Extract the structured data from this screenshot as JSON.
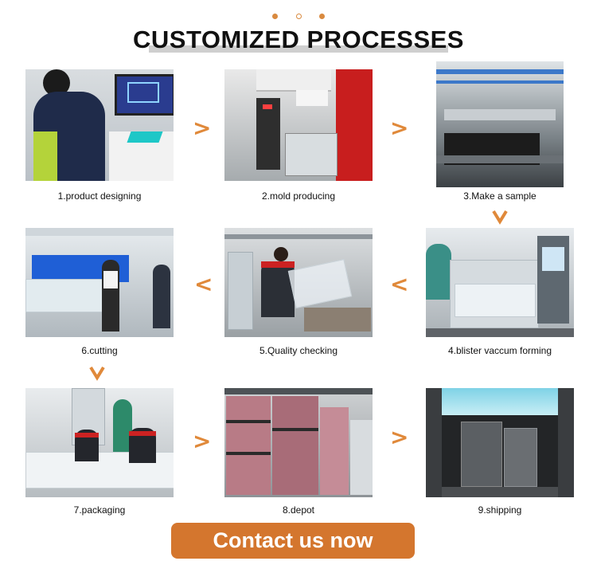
{
  "header": {
    "title": "CUSTOMIZED PROCESSES"
  },
  "steps": [
    {
      "caption": "1.product designing"
    },
    {
      "caption": "2.mold producing"
    },
    {
      "caption": "3.Make a sample"
    },
    {
      "caption": "4.blister vaccum forming"
    },
    {
      "caption": "5.Quality checking"
    },
    {
      "caption": "6.cutting"
    },
    {
      "caption": "7.packaging"
    },
    {
      "caption": "8.depot"
    },
    {
      "caption": "9.shipping"
    }
  ],
  "arrows": {
    "right": ">",
    "left": "<"
  },
  "cta": {
    "label": "Contact us now"
  },
  "colors": {
    "accent": "#e0893a",
    "button": "#d4762e"
  }
}
